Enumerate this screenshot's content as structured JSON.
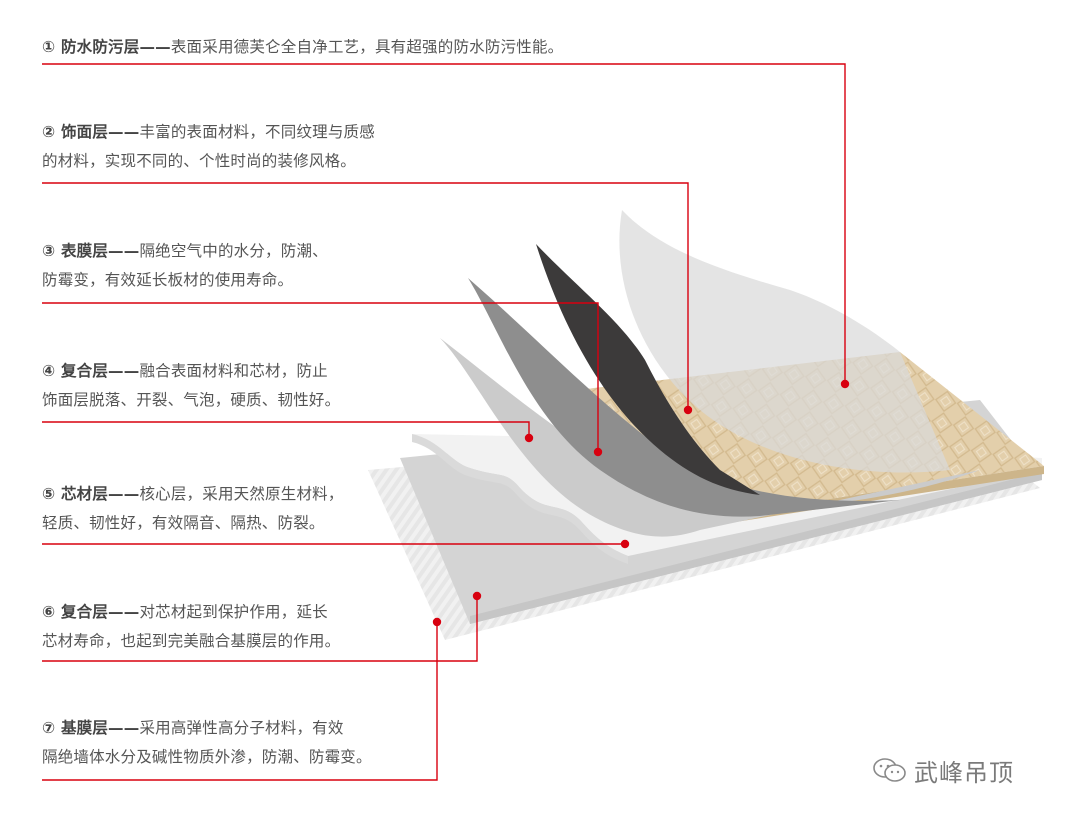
{
  "layers": [
    {
      "number": "①",
      "name": "防水防污层",
      "dash": "——",
      "lines": [
        "表面采用德芙仑全自净工艺，具有超强的防水防污性能。"
      ]
    },
    {
      "number": "②",
      "name": "饰面层",
      "dash": "——",
      "lines": [
        "丰富的表面材料，不同纹理与质感",
        "的材料，实现不同的、个性时尚的装修风格。"
      ]
    },
    {
      "number": "③",
      "name": "表膜层",
      "dash": "——",
      "lines": [
        "隔绝空气中的水分，防潮、",
        "防霉变，有效延长板材的使用寿命。"
      ]
    },
    {
      "number": "④",
      "name": "复合层",
      "dash": "——",
      "lines": [
        "融合表面材料和芯材，防止",
        "饰面层脱落、开裂、气泡，硬质、韧性好。"
      ]
    },
    {
      "number": "⑤",
      "name": "芯材层",
      "dash": "——",
      "lines": [
        "核心层，采用天然原生材料，",
        "轻质、韧性好，有效隔音、隔热、防裂。"
      ]
    },
    {
      "number": "⑥",
      "name": "复合层",
      "dash": "——",
      "lines": [
        "对芯材起到保护作用，延长",
        "芯材寿命，也起到完美融合基膜层的作用。"
      ]
    },
    {
      "number": "⑦",
      "name": "基膜层",
      "dash": "——",
      "lines": [
        "采用高弹性高分子材料，有效",
        "隔绝墙体水分及碱性物质外渗，防潮、防霉变。"
      ]
    }
  ],
  "watermark": {
    "text": "武峰吊顶",
    "icon": "wechat-icon"
  },
  "colors": {
    "leader": "#d8000f",
    "text": "#555555",
    "title": "#444444",
    "surface": "#e2cda8"
  }
}
